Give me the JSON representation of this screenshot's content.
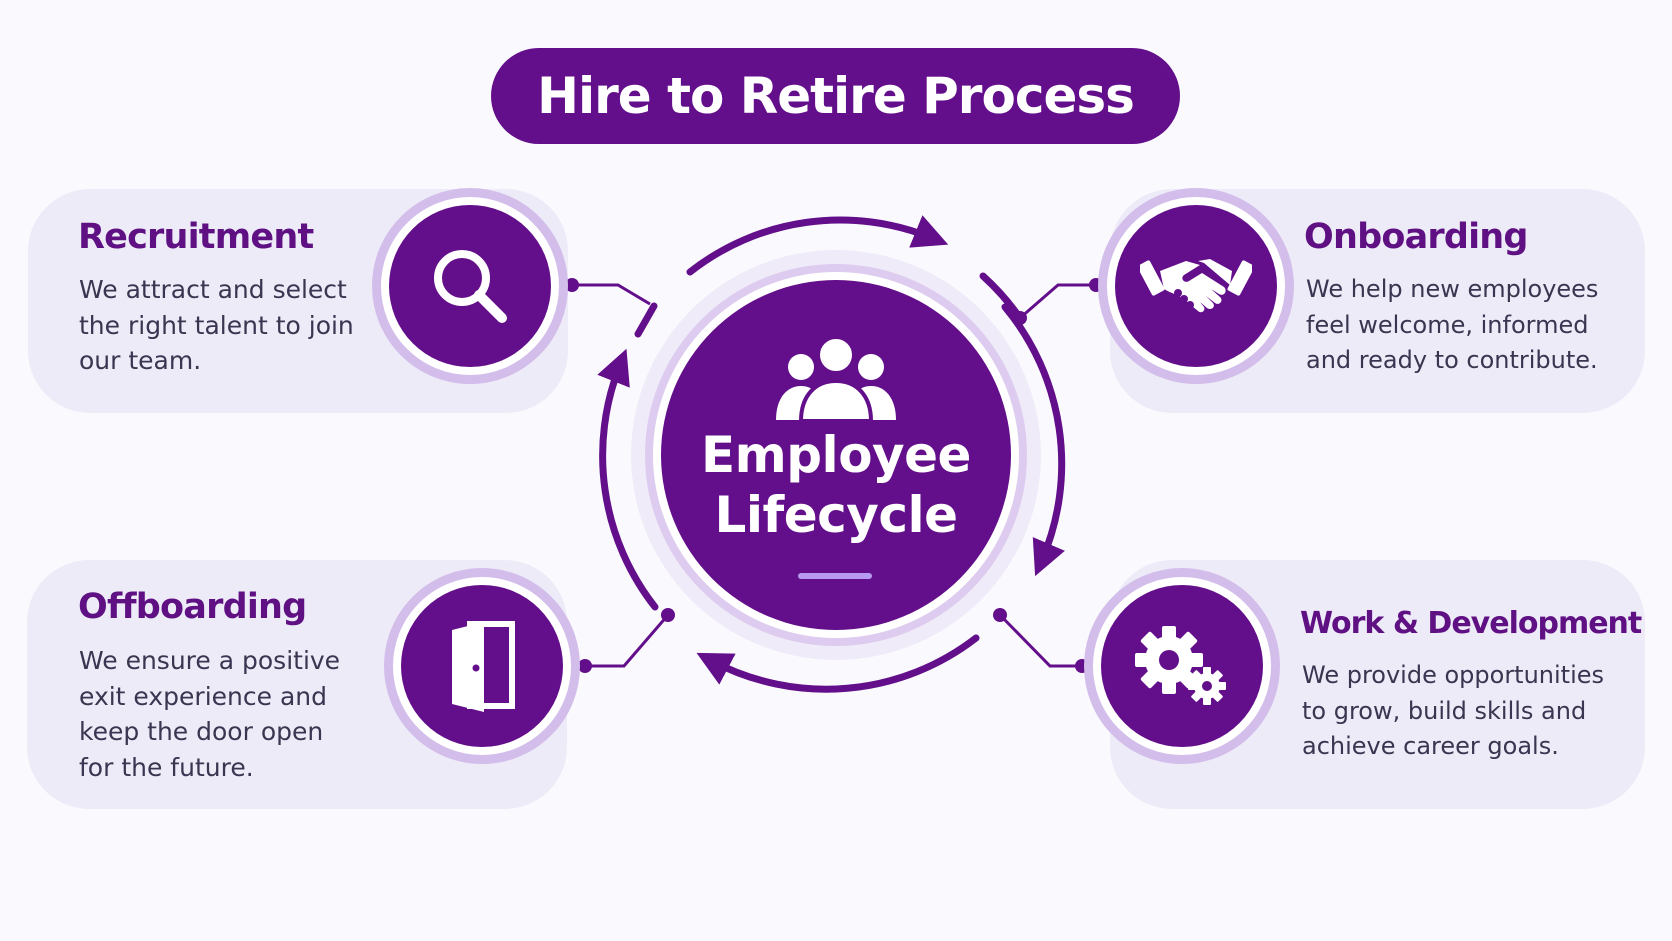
{
  "title": "Hire to Retire Process",
  "center": {
    "label": "Employee\nLifecycle",
    "icon": "people-group-icon"
  },
  "stages": [
    {
      "id": "recruitment",
      "title": "Recruitment",
      "description": "We attract and select\nthe right talent to join\nour team.",
      "icon": "magnifying-glass-icon"
    },
    {
      "id": "onboarding",
      "title": "Onboarding",
      "description": "We help new employees\nfeel welcome, informed\nand ready to contribute.",
      "icon": "handshake-icon"
    },
    {
      "id": "work-development",
      "title": "Work & Development",
      "description": "We provide opportunities\nto grow, build skills and\nachieve career goals.",
      "icon": "gears-icon"
    },
    {
      "id": "offboarding",
      "title": "Offboarding",
      "description": "We ensure a positive\nexit experience and\nkeep the door open\nfor the future.",
      "icon": "door-icon"
    }
  ],
  "colors": {
    "primary": "#630e8a",
    "ring": "#d3bdea",
    "card": "#eeebf8",
    "accent": "#b69bf0",
    "background": "#fafafe"
  }
}
